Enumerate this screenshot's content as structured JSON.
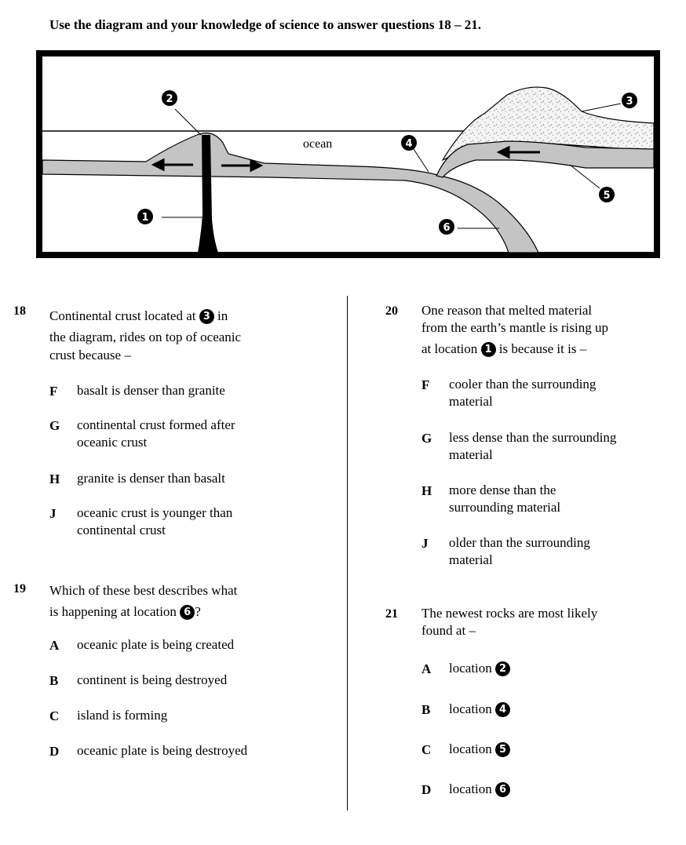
{
  "instructions": "Use the diagram and your knowledge of science to answer questions 18 – 21.",
  "diagram": {
    "ocean_label": "ocean",
    "markers": [
      "1",
      "2",
      "3",
      "4",
      "5",
      "6"
    ]
  },
  "questions": [
    {
      "number": "18",
      "stem_parts": [
        "Continental crust located at",
        "3",
        "in",
        "the diagram, rides on top of oceanic",
        "crust because –"
      ],
      "options": [
        {
          "letter": "F",
          "lines": [
            "basalt is denser than granite",
            ""
          ]
        },
        {
          "letter": "G",
          "lines": [
            "continental crust formed after",
            "oceanic crust"
          ]
        },
        {
          "letter": "H",
          "lines": [
            "granite is denser than basalt",
            ""
          ]
        },
        {
          "letter": "J",
          "lines": [
            "oceanic crust is younger than",
            "continental crust"
          ]
        }
      ]
    },
    {
      "number": "19",
      "stem_parts": [
        "Which of these best describes what",
        "is happening at location",
        "6",
        "?"
      ],
      "options": [
        {
          "letter": "A",
          "text": "oceanic plate is being created"
        },
        {
          "letter": "B",
          "text": "continent is being destroyed"
        },
        {
          "letter": "C",
          "text": "island is forming"
        },
        {
          "letter": "D",
          "text": "oceanic plate is being destroyed"
        }
      ]
    },
    {
      "number": "20",
      "stem_parts": [
        "One reason that melted material",
        "from the earth’s mantle is rising up",
        "at location",
        "1",
        "is because it is –"
      ],
      "options": [
        {
          "letter": "F",
          "lines": [
            "cooler than the surrounding",
            "material"
          ]
        },
        {
          "letter": "G",
          "lines": [
            "less dense than the surrounding",
            "material"
          ]
        },
        {
          "letter": "H",
          "lines": [
            "more dense than the",
            "surrounding material"
          ]
        },
        {
          "letter": "J",
          "lines": [
            "older than the surrounding",
            "material"
          ]
        }
      ]
    },
    {
      "number": "21",
      "stem_parts": [
        "The newest rocks are most likely",
        "found at –"
      ],
      "options": [
        {
          "letter": "A",
          "text": "location",
          "marker": "2"
        },
        {
          "letter": "B",
          "text": "location",
          "marker": "4"
        },
        {
          "letter": "C",
          "text": "location",
          "marker": "5"
        },
        {
          "letter": "D",
          "text": "location",
          "marker": "6"
        }
      ]
    }
  ]
}
